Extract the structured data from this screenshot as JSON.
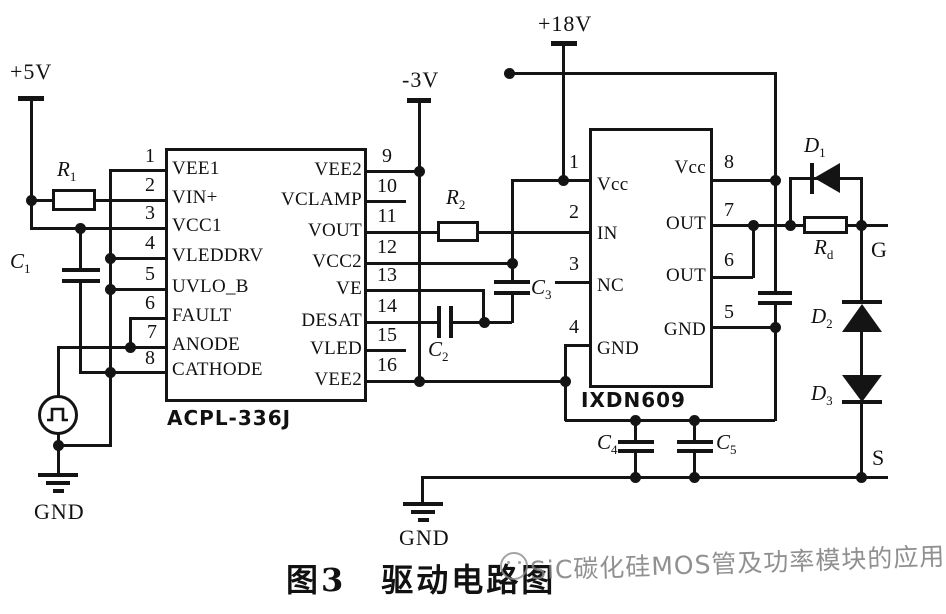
{
  "power": {
    "v5": "+5V",
    "v3neg": "-3V",
    "v18": "+18V",
    "gnd": "GND"
  },
  "ic1": {
    "name": "ACPL-336J",
    "pins_left": [
      {
        "n": "1",
        "label": "VEE1"
      },
      {
        "n": "2",
        "label": "VIN+"
      },
      {
        "n": "3",
        "label": "VCC1"
      },
      {
        "n": "4",
        "label": "VLEDDRV"
      },
      {
        "n": "5",
        "label": "UVLO_B"
      },
      {
        "n": "6",
        "label": "FAULT"
      },
      {
        "n": "7",
        "label": "ANODE"
      },
      {
        "n": "8",
        "label": "CATHODE"
      }
    ],
    "pins_right": [
      {
        "n": "9",
        "label": "VEE2"
      },
      {
        "n": "10",
        "label": "VCLAMP"
      },
      {
        "n": "11",
        "label": "VOUT"
      },
      {
        "n": "12",
        "label": "VCC2"
      },
      {
        "n": "13",
        "label": "VE"
      },
      {
        "n": "14",
        "label": "DESAT"
      },
      {
        "n": "15",
        "label": "VLED"
      },
      {
        "n": "16",
        "label": "VEE2"
      }
    ]
  },
  "ic2": {
    "name": "IXDN609",
    "pins_left": [
      {
        "n": "1",
        "label": "Vcc"
      },
      {
        "n": "2",
        "label": "IN"
      },
      {
        "n": "3",
        "label": "NC"
      },
      {
        "n": "4",
        "label": "GND"
      }
    ],
    "pins_right": [
      {
        "n": "8",
        "label": "Vcc"
      },
      {
        "n": "7",
        "label": "OUT"
      },
      {
        "n": "6",
        "label": "OUT"
      },
      {
        "n": "5",
        "label": "GND"
      }
    ]
  },
  "components": {
    "r1": {
      "base": "R",
      "sub": "1"
    },
    "r2": {
      "base": "R",
      "sub": "2"
    },
    "rd": {
      "base": "R",
      "sub": "d"
    },
    "c1": {
      "base": "C",
      "sub": "1"
    },
    "c2": {
      "base": "C",
      "sub": "2"
    },
    "c3": {
      "base": "C",
      "sub": "3"
    },
    "c4": {
      "base": "C",
      "sub": "4"
    },
    "c5": {
      "base": "C",
      "sub": "5"
    },
    "d1": {
      "base": "D",
      "sub": "1"
    },
    "d2": {
      "base": "D",
      "sub": "2"
    },
    "d3": {
      "base": "D",
      "sub": "3"
    }
  },
  "terminals": {
    "gate": "G",
    "source": "S"
  },
  "caption": "图3　驱动电路图",
  "watermark": "SiC碳化硅MOS管及功率模块的应用"
}
